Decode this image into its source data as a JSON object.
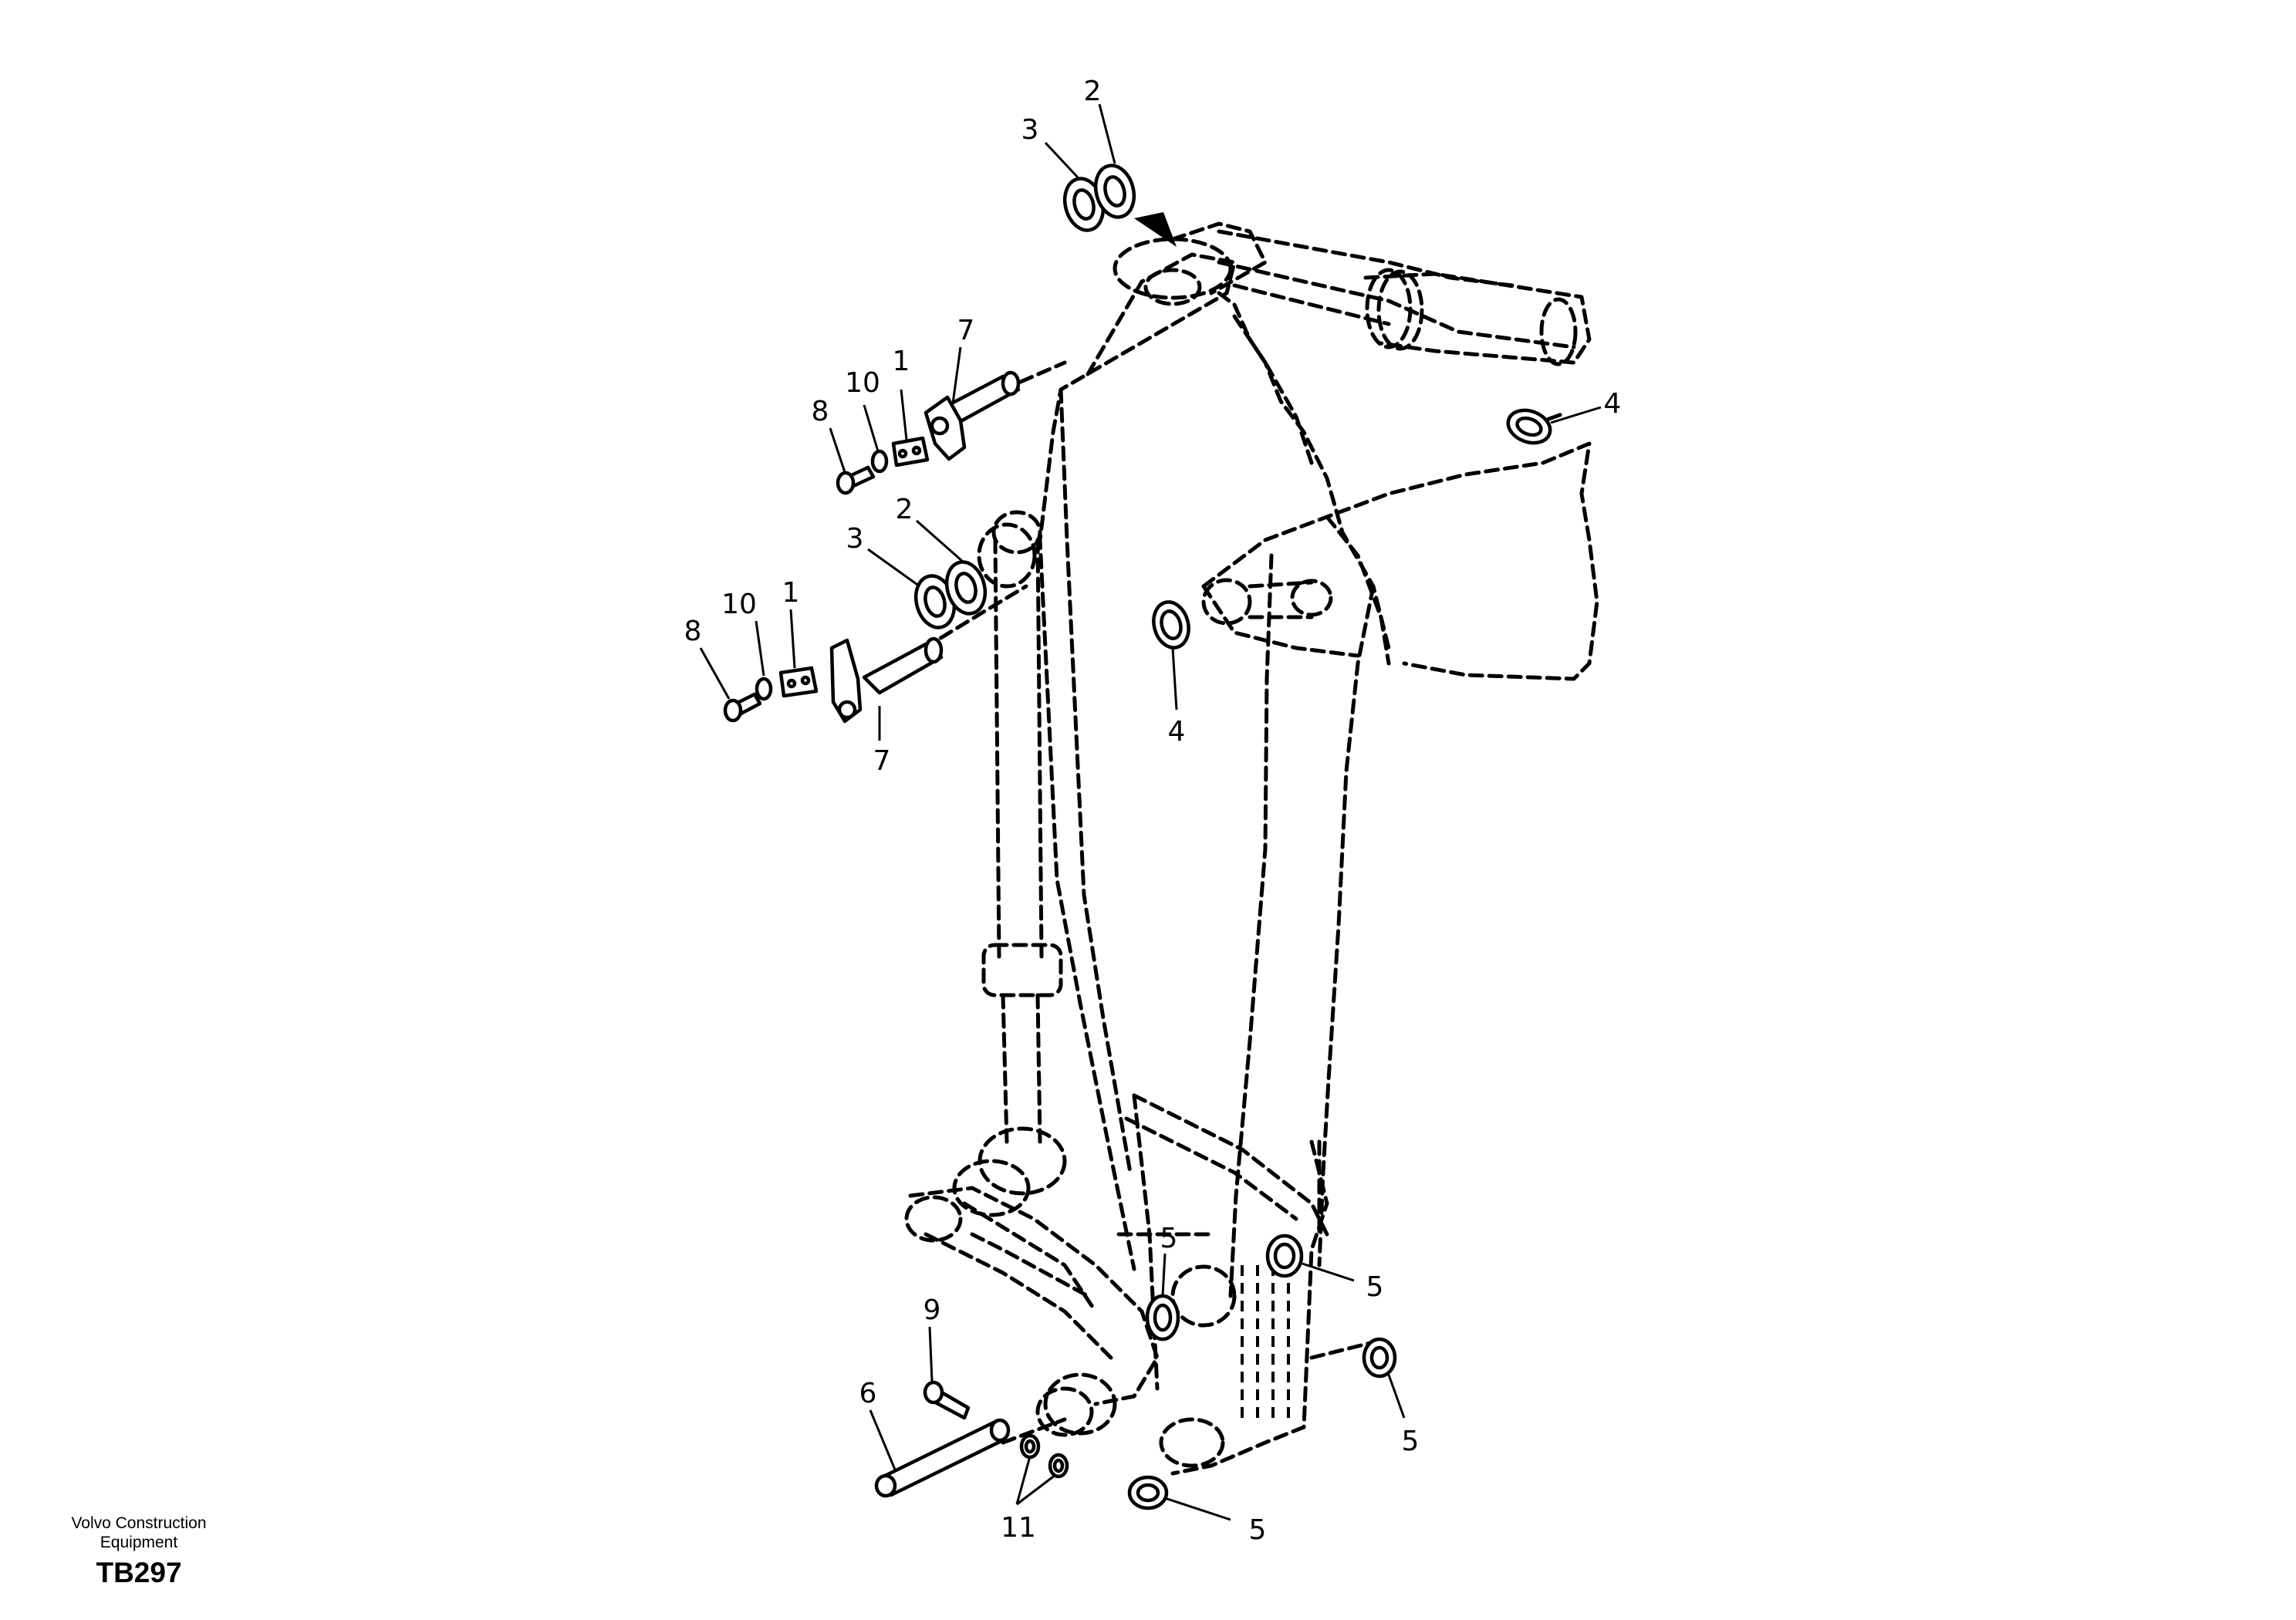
{
  "diagram": {
    "callouts": {
      "washer_2_top": "2",
      "washer_3_top": "3",
      "pin_7_top": "7",
      "plate_1_top": "1",
      "washer_10_top": "10",
      "bolt_8_top": "8",
      "washer_2_mid": "2",
      "washer_3_mid": "3",
      "seal_4_right": "4",
      "seal_4_mid": "4",
      "plate_1_mid": "1",
      "washer_10_mid": "10",
      "bolt_8_mid": "8",
      "pin_7_mid": "7",
      "seal_5_a": "5",
      "seal_5_b": "5",
      "seal_5_c": "5",
      "seal_5_d": "5",
      "bolt_9": "9",
      "pin_6": "6",
      "nut_11": "11"
    }
  },
  "footer": {
    "manufacturer_line1": "Volvo Construction",
    "manufacturer_line2": "Equipment",
    "figure_code": "TB297"
  }
}
